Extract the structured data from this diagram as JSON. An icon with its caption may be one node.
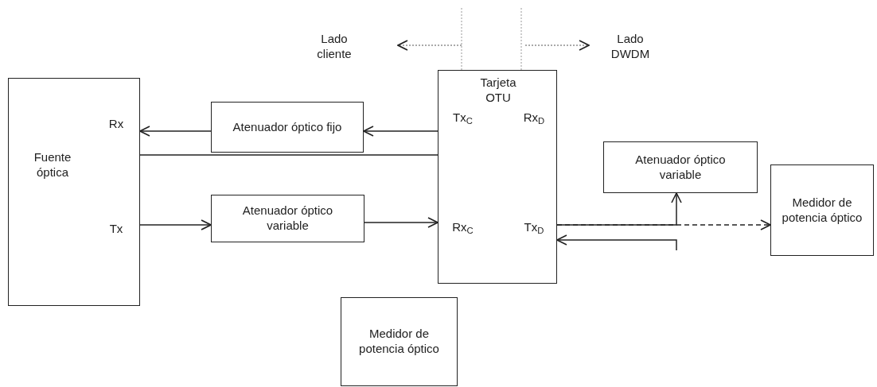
{
  "diagram": {
    "nodes": [
      {
        "text": [
          "Fuente óptica",
          "Rx",
          "Tx"
        ]
      },
      {
        "text": [
          "Atenuador óptico fijo"
        ]
      },
      {
        "text": [
          "Atenuador óptico variable"
        ]
      },
      {
        "text": [
          "Tarjeta OTU",
          "Tx$_{C}$",
          "Rx$_{D}$",
          "Rx$_{C}$",
          "Tx$_{D}$"
        ]
      },
      {
        "text": [
          "Atenuador óptico variable"
        ]
      },
      {
        "text": [
          "Medidor de potencia óptico"
        ]
      },
      {
        "text": [
          "Medidor de potencia óptico"
        ]
      }
    ],
    "edges": [
      {
        "from": 3,
        "to": 1,
        "arrow": "to"
      },
      {
        "from": 1,
        "to": 0,
        "arrow": "to"
      },
      {
        "from": 0,
        "to": 3,
        "arrow": "none"
      },
      {
        "from": 0,
        "to": 2,
        "arrow": "to"
      },
      {
        "from": 2,
        "to": 3,
        "arrow": "to"
      },
      {
        "from": 3,
        "to": 4,
        "arrow": "to"
      },
      {
        "from": 3,
        "to": 5,
        "arrow": "to",
        "style": "dashed"
      },
      {
        "from": null,
        "to": 3,
        "arrow": "to"
      }
    ],
    "labels": [
      "Lado cliente",
      "Lado DWDM"
    ]
  }
}
